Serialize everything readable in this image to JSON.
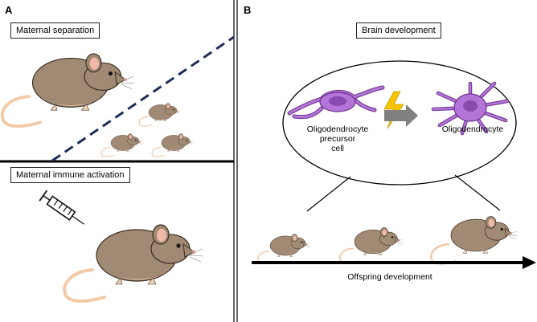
{
  "panels": {
    "a": {
      "letter": "A"
    },
    "b": {
      "letter": "B"
    }
  },
  "labels": {
    "maternal_separation": "Maternal separation",
    "maternal_immune_activation": "Maternal immune activation",
    "brain_development": "Brain development",
    "opc_line1": "Oligodendrocyte",
    "opc_line2": "precursor",
    "opc_line3": "cell",
    "oligodendrocyte": "Oligodendrocyte",
    "offspring_development": "Offspring development"
  },
  "colors": {
    "mouse_body": "#a08a73",
    "mouse_belly": "#f2d2b3",
    "mouse_tail": "#f3c9a6",
    "cell_purple": "#b475d9",
    "arrow_gray": "#808080",
    "lightning": "#f5c400",
    "dash_line": "#1f2e5a"
  },
  "icons": [
    "syringe-icon",
    "lightning-icon",
    "mouse-icon"
  ]
}
